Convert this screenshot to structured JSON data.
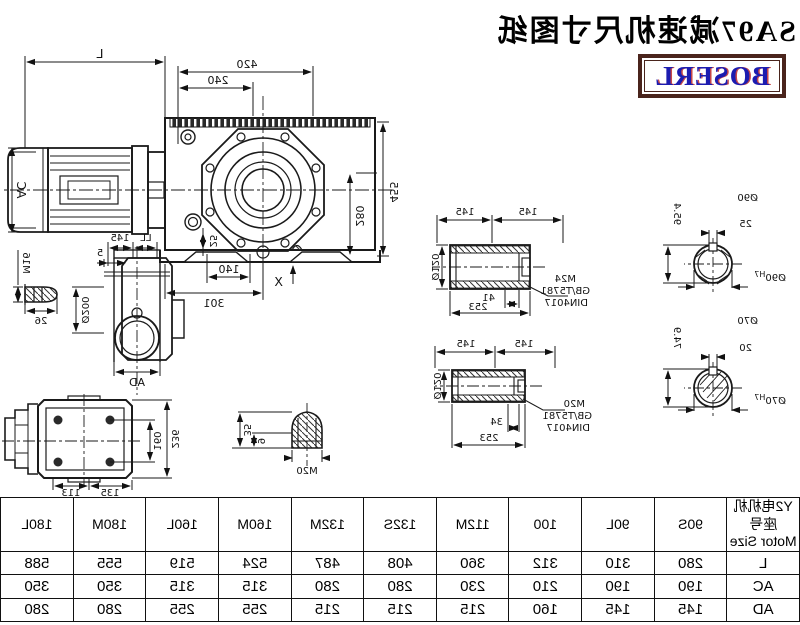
{
  "title": "SA97减速机尺寸图纸",
  "logo": "BOSERL",
  "main_view": {
    "dim_L": "L",
    "dim_420": "420",
    "dim_240": "240",
    "dim_455": "455",
    "dim_280": "280",
    "dim_140": "140",
    "dim_301": "301",
    "marker_X": "X",
    "dim_25": "25",
    "dim_AC": "AC"
  },
  "end_view": {
    "dim_LL": "LL",
    "dim_145": "145",
    "dim_5": "5",
    "dim_dia200": "Ø200",
    "dim_AD": "AD"
  },
  "breather": {
    "thread": "M16",
    "dim_26": "26"
  },
  "mount_view": {
    "dim_236": "236",
    "dim_160": "160",
    "dim_135": "135",
    "dim_113": "113"
  },
  "vent_detail": {
    "dim_35": "35",
    "dim_9": "9",
    "thread": "M20"
  },
  "shaft_upper": {
    "dim_145a": "145",
    "dim_145b": "145",
    "dia": "Ø120",
    "bolt": "M24",
    "std1": "GB/T5781",
    "std2": "DIN4017",
    "dim_41": "41",
    "dim_253": "253"
  },
  "shaft_lower": {
    "dim_145a": "145",
    "dim_145b": "145",
    "dia": "Ø120",
    "bolt": "M20",
    "std1": "GB/T5781",
    "std2": "DIN4017",
    "dim_34": "34",
    "dim_253": "253"
  },
  "bore_upper": {
    "dia": "Ø90",
    "key_w": "25",
    "key_h": "95.4",
    "fit": "Ø90",
    "fit_sup": "H7"
  },
  "bore_lower": {
    "dia": "Ø70",
    "key_w": "20",
    "key_h": "74.9",
    "fit": "Ø70",
    "fit_sup": "H7"
  },
  "table": {
    "header_line1": "Y2电机机座号",
    "header_line2": "Motor Size",
    "columns": [
      "90S",
      "90L",
      "100",
      "112M",
      "132S",
      "132M",
      "160M",
      "160L",
      "180M",
      "180L"
    ],
    "rows": [
      {
        "label": "L",
        "values": [
          "280",
          "310",
          "312",
          "360",
          "408",
          "487",
          "524",
          "519",
          "555",
          "588"
        ]
      },
      {
        "label": "AC",
        "values": [
          "190",
          "190",
          "210",
          "230",
          "280",
          "280",
          "315",
          "315",
          "350",
          "350"
        ]
      },
      {
        "label": "AD",
        "values": [
          "145",
          "145",
          "160",
          "215",
          "215",
          "215",
          "255",
          "255",
          "280",
          "280"
        ]
      }
    ]
  },
  "colors": {
    "line": "#1a1a1a",
    "logo_text": "#1c1cb0",
    "logo_border": "#4a241c"
  }
}
